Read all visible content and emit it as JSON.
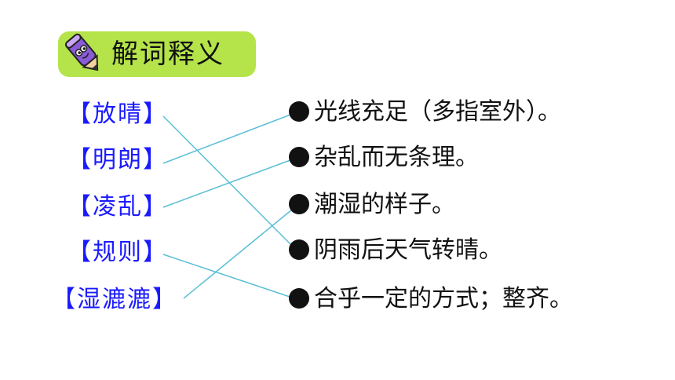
{
  "header": {
    "title": "解词释义",
    "icon": "pencil-mascot-icon",
    "background_color": "#b4e34a"
  },
  "terms": [
    {
      "open": "【",
      "text": "放晴",
      "close": "】"
    },
    {
      "open": "【",
      "text": "明朗",
      "close": "】"
    },
    {
      "open": "【",
      "text": "凌乱",
      "close": "】"
    },
    {
      "open": "【",
      "text": "规则",
      "close": "】"
    },
    {
      "open": "【",
      "text": "湿漉漉",
      "close": "】"
    }
  ],
  "definitions": [
    {
      "text": "光线充足（多指室外）。"
    },
    {
      "text": "杂乱而无条理。"
    },
    {
      "text": "潮湿的样子。"
    },
    {
      "text": "阴雨后天气转晴。"
    },
    {
      "text": "合乎一定的方式；整齐。"
    }
  ],
  "matches": [
    {
      "term": 0,
      "definition": 3
    },
    {
      "term": 1,
      "definition": 0
    },
    {
      "term": 2,
      "definition": 1
    },
    {
      "term": 3,
      "definition": 4
    },
    {
      "term": 4,
      "definition": 2
    }
  ],
  "colors": {
    "term_text": "#1a1aff",
    "definition_text": "#111111",
    "connector_line": "#5bbfd6"
  }
}
